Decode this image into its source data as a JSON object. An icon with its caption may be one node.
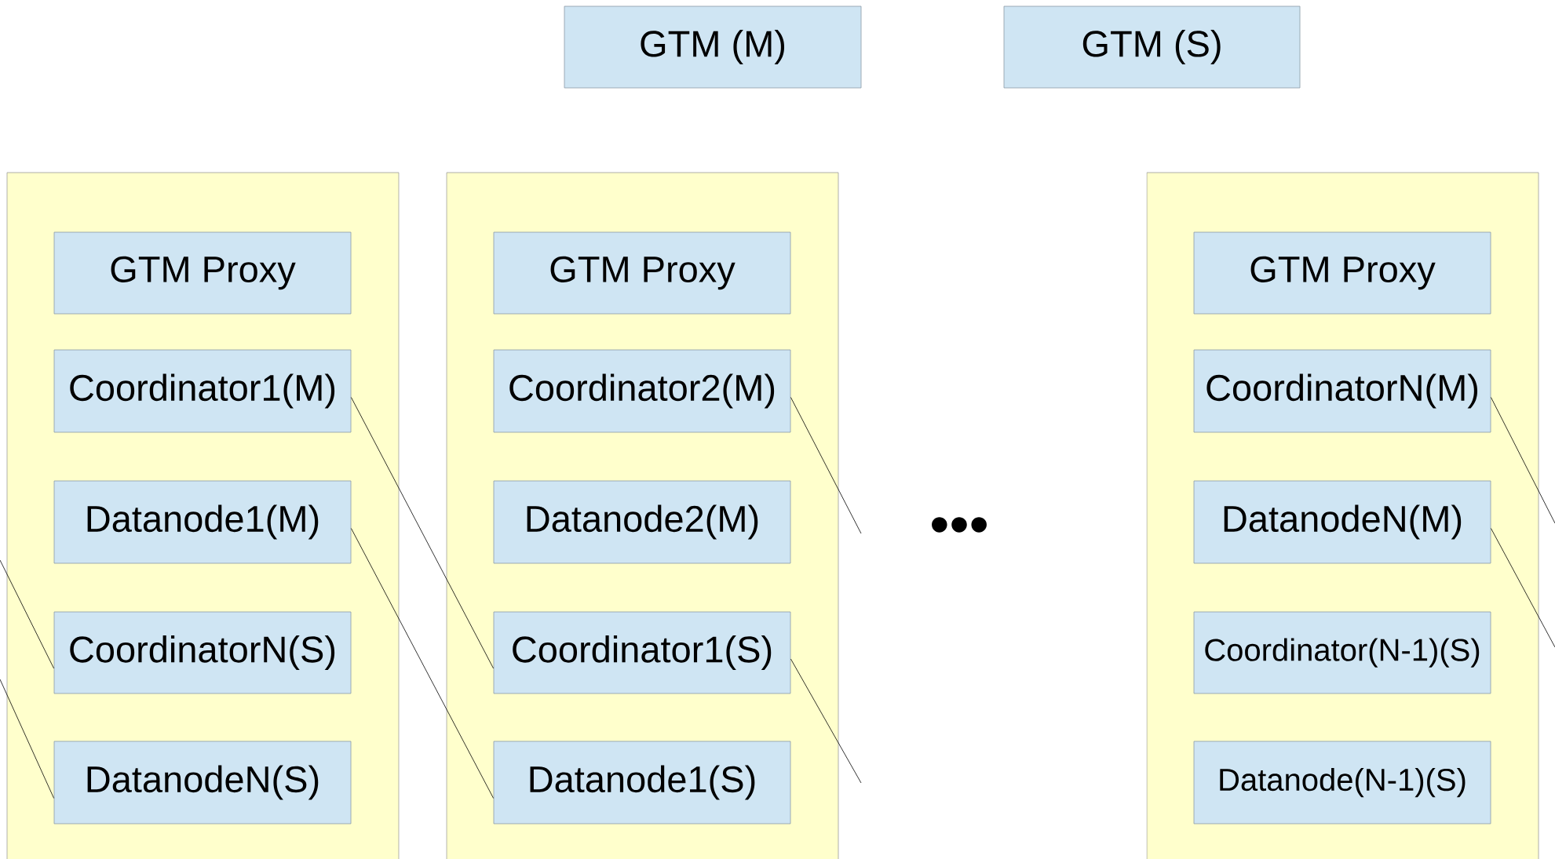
{
  "diagram": {
    "nodes": [
      {
        "text": [
          "GTM (M)"
        ]
      },
      {
        "text": [
          "GTM (S)"
        ]
      },
      {
        "text": [],
        "shape": "box"
      },
      {
        "text": [
          "GTM Proxy"
        ],
        "in": 2
      },
      {
        "text": [
          "Coordinator1(M)"
        ],
        "in": 2
      },
      {
        "text": [
          "Datanode1(M)"
        ],
        "in": 2
      },
      {
        "text": [
          "CoordinatorN(S)"
        ],
        "in": 2
      },
      {
        "text": [
          "DatanodeN(S)"
        ],
        "in": 2
      },
      {
        "text": [],
        "shape": "box"
      },
      {
        "text": [
          "GTM Proxy"
        ],
        "in": 8
      },
      {
        "text": [
          "Coordinator2(M)"
        ],
        "in": 8
      },
      {
        "text": [
          "Datanode2(M)"
        ],
        "in": 8
      },
      {
        "text": [
          "Coordinator1(S)"
        ],
        "in": 8
      },
      {
        "text": [
          "Datanode1(S)"
        ],
        "in": 8
      },
      {
        "text": [],
        "shape": "box"
      },
      {
        "text": [
          "GTM Proxy"
        ],
        "in": 14
      },
      {
        "text": [
          "CoordinatorN(M)"
        ],
        "in": 14
      },
      {
        "text": [
          "DatanodeN(M)"
        ],
        "in": 14
      },
      {
        "text": [
          "Coordinator(N-1)(S)"
        ],
        "in": 14
      },
      {
        "text": [
          "Datanode(N-1)(S)"
        ],
        "in": 14
      }
    ],
    "edges": [
      {
        "from": 4,
        "to": 12,
        "arrow": "none"
      },
      {
        "from": 5,
        "to": 13,
        "arrow": "none"
      },
      {
        "from": null,
        "to": 6,
        "arrow": "none"
      },
      {
        "from": null,
        "to": 7,
        "arrow": "none"
      },
      {
        "from": 10,
        "to": null,
        "arrow": "none"
      },
      {
        "from": 12,
        "to": null,
        "arrow": "none"
      },
      {
        "from": 16,
        "to": null,
        "arrow": "none"
      },
      {
        "from": 17,
        "to": null,
        "arrow": "none"
      }
    ],
    "labels": [
      "•••"
    ]
  }
}
